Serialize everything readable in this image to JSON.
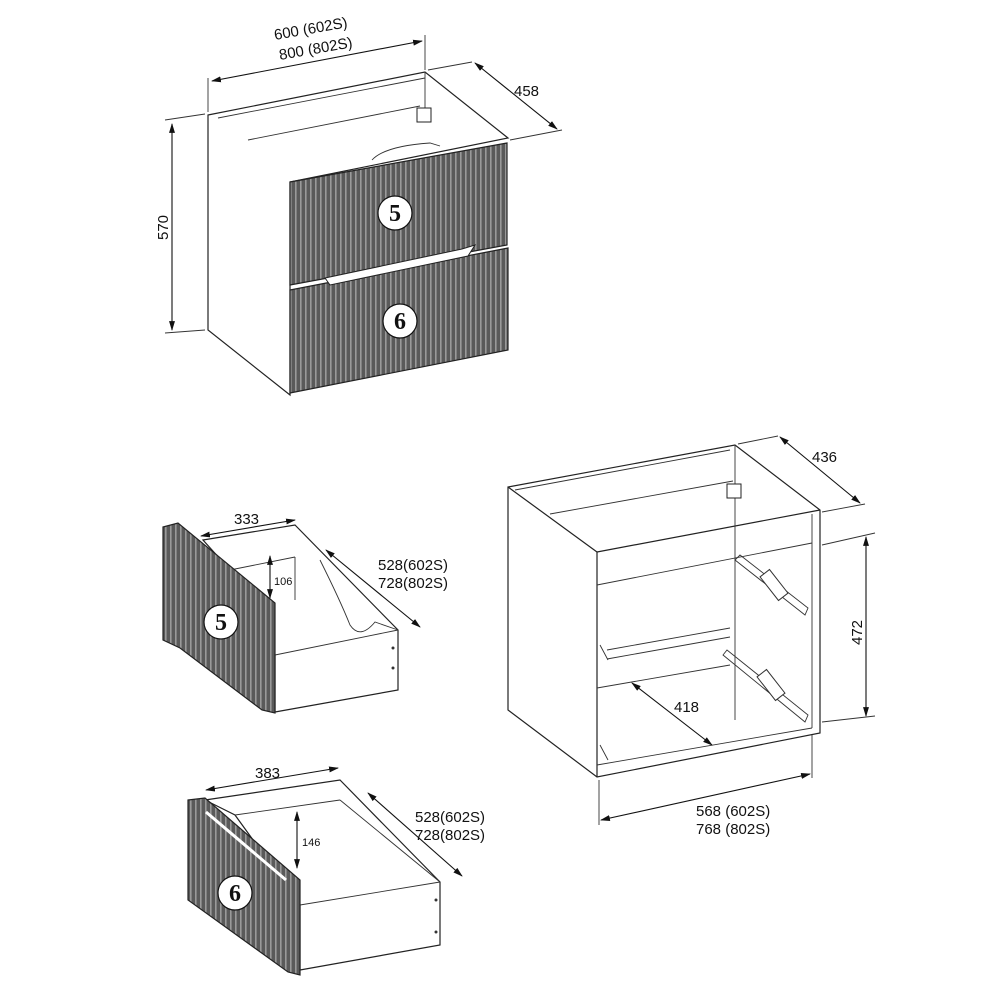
{
  "cabinet_assembled": {
    "width_label_1": "600 (602S)",
    "width_label_2": "800 (802S)",
    "depth_label": "458",
    "height_label": "570",
    "drawer_top_number": "5",
    "drawer_bottom_number": "6"
  },
  "drawer_5": {
    "number": "5",
    "width_label": "333",
    "height_label": "106",
    "depth_label_1": "528(602S)",
    "depth_label_2": "728(802S)"
  },
  "drawer_6": {
    "number": "6",
    "width_label": "383",
    "height_label": "146",
    "depth_label_1": "528(602S)",
    "depth_label_2": "728(802S)"
  },
  "carcass": {
    "depth_label": "436",
    "height_label": "472",
    "inner_depth_label": "418",
    "width_label_1": "568 (602S)",
    "width_label_2": "768 (802S)"
  }
}
